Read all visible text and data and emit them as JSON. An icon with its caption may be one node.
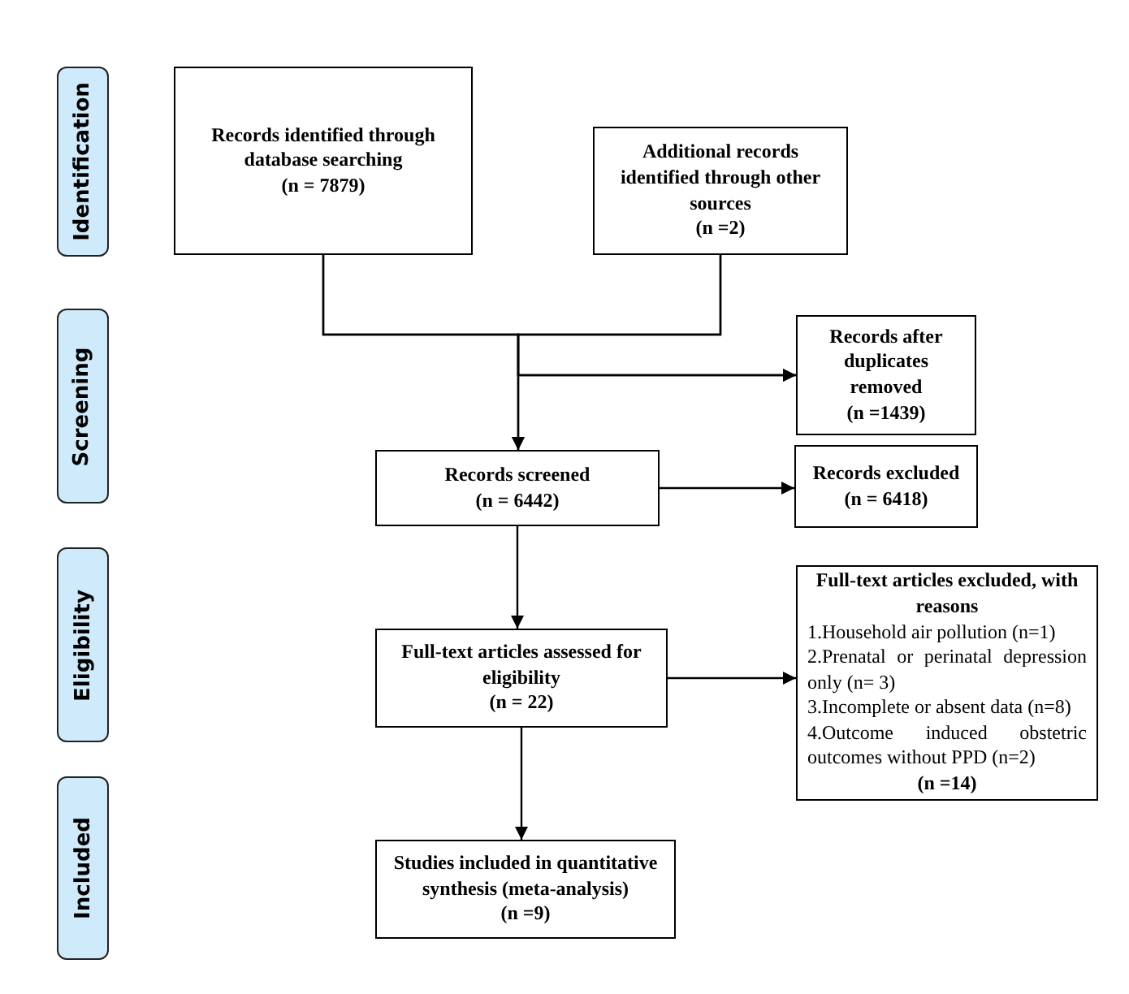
{
  "diagram": {
    "nodes": [
      {
        "text": [
          "Identification"
        ]
      },
      {
        "text": [
          "Screening"
        ]
      },
      {
        "text": [
          "Eligibility"
        ]
      },
      {
        "text": [
          "Included"
        ]
      },
      {
        "text": [
          "Records identified through database searching",
          "(n = 7879)"
        ]
      },
      {
        "text": [
          "Additional records identified through other sources",
          "(n =2)"
        ]
      },
      {
        "text": [
          "Records after duplicates removed",
          "(n =1439)"
        ]
      },
      {
        "text": [
          "Records screened",
          "(n = 6442)"
        ]
      },
      {
        "text": [
          "Records excluded",
          "(n = 6418)"
        ]
      },
      {
        "text": [
          "Full-text articles assessed for eligibility",
          "(n = 22)"
        ]
      },
      {
        "text": [
          "Full-text articles excluded, with reasons",
          "1.Household air pollution (n=1)",
          "2.Prenatal or perinatal depression only (n= 3)",
          "3.Incomplete or absent data (n=8)",
          "4.Outcome induced obstetric outcomes without PPD (n=2)",
          "(n =14)"
        ]
      },
      {
        "text": [
          "Studies included in quantitative synthesis (meta-analysis)",
          "(n =9)"
        ]
      }
    ],
    "edges": [
      {
        "from": 4,
        "to": 7,
        "arrow": "to"
      },
      {
        "from": 5,
        "to": 7,
        "arrow": "to"
      },
      {
        "from": 4,
        "to": 6,
        "arrow": "to"
      },
      {
        "from": 5,
        "to": 6,
        "arrow": "to"
      },
      {
        "from": 7,
        "to": 8,
        "arrow": "to"
      },
      {
        "from": 7,
        "to": 9,
        "arrow": "to"
      },
      {
        "from": 9,
        "to": 10,
        "arrow": "to"
      },
      {
        "from": 9,
        "to": 11,
        "arrow": "to"
      }
    ]
  }
}
